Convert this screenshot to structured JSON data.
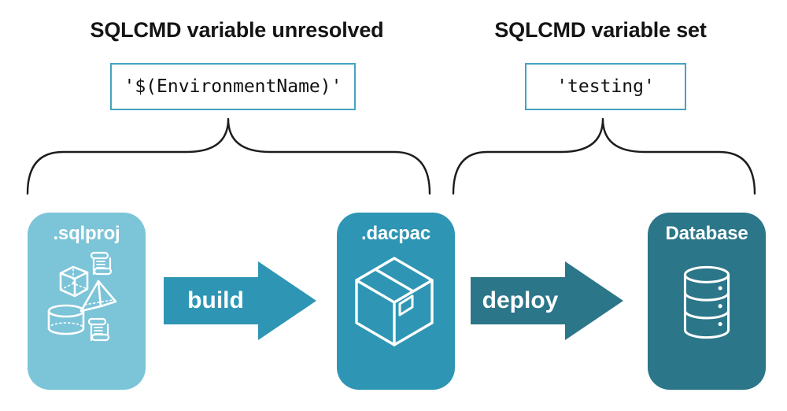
{
  "annotations": {
    "unresolved": {
      "title": "SQLCMD variable unresolved",
      "code": "'$(EnvironmentName)'"
    },
    "set": {
      "title": "SQLCMD variable set",
      "code": "'testing'"
    }
  },
  "pipeline": {
    "nodes": {
      "sqlproj": {
        "label": ".sqlproj",
        "icon": "sql-objects-and-scripts-icon"
      },
      "dacpac": {
        "label": ".dacpac",
        "icon": "package-box-icon"
      },
      "database": {
        "label": "Database",
        "icon": "database-cylinder-icon"
      }
    },
    "arrows": {
      "build": {
        "label": "build"
      },
      "deploy": {
        "label": "deploy"
      }
    }
  },
  "colors": {
    "background": "#FFFFFF",
    "heading_text": "#141414",
    "code_text": "#111111",
    "code_box_border": "#45A3C1",
    "brace_stroke": "#1C1C1C",
    "sqlproj_fill": "#7CC4D8",
    "dacpac_fill": "#2E96B4",
    "database_fill": "#2B7689",
    "build_arrow_fill": "#2E96B4",
    "deploy_arrow_fill": "#2B7689",
    "icon_stroke": "#FFFFFF",
    "node_label_text": "#FFFFFF"
  }
}
